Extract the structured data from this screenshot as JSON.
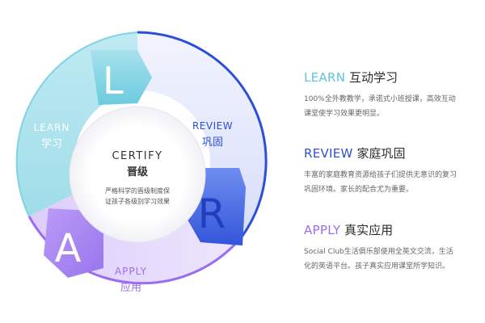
{
  "colors": {
    "learn": "#5cc6dd",
    "review": "#2d4fd6",
    "apply": "#9a6cf0",
    "certify_text": "#333333",
    "desc_text": "#666666"
  },
  "cycle": {
    "learn_letter": "L",
    "review_letter": "R",
    "apply_letter": "A",
    "learn_en": "LEARN",
    "learn_cn": "学习",
    "review_en": "REVIEW",
    "review_cn": "巩固",
    "apply_en": "APPLY",
    "apply_cn": "应用",
    "center_en": "CERTIFY",
    "center_cn": "晋级",
    "center_desc_line1": "严格科学的晋级制度保",
    "center_desc_line2": "证孩子各级别学习效果"
  },
  "panels": [
    {
      "en": "LEARN",
      "cn": "互动学习",
      "desc_line1": "100%全外教教学，承诺式小班授课，高效互动",
      "desc_line2": "课堂使学习效果更明显。"
    },
    {
      "en": "REVIEW",
      "cn": "家庭巩固",
      "desc_line1": "丰富的家庭教育资源给孩子们提供无意识的复习",
      "desc_line2": "巩固环境。家长的配合尤为重要。"
    },
    {
      "en": "APPLY",
      "cn": "真实应用",
      "desc_line1": "Social Club生活俱乐部使用全英文交流，生活",
      "desc_line2": "化的英语平台。孩子真实应用课堂所学知识。"
    }
  ]
}
